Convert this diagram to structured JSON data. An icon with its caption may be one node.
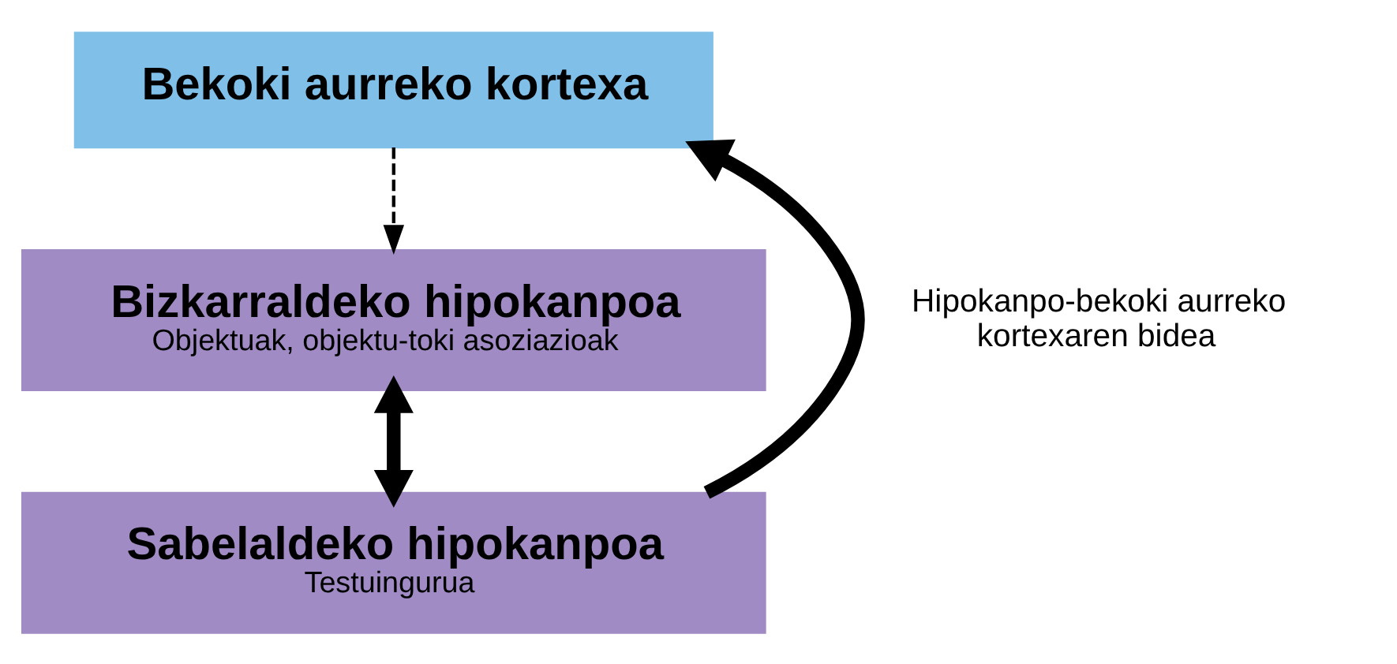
{
  "diagram": {
    "nodes": [
      {
        "text": [
          "Bekoki aurreko kortexa"
        ]
      },
      {
        "text": [
          "Bizkarraldeko hipokanpoa",
          "Objektuak, objektu-toki asoziazioak"
        ]
      },
      {
        "text": [
          "Sabelaldeko hipokanpoa",
          "Testuingurua"
        ]
      }
    ],
    "edges": [
      {
        "from": 0,
        "to": 1,
        "arrow": "to",
        "style": "dashed"
      },
      {
        "from": 1,
        "to": 2,
        "arrow": "both"
      },
      {
        "from": 2,
        "to": 0,
        "arrow": "to",
        "label": "Hipokanpo-bekoki aurreko kortexaren bidea"
      }
    ]
  }
}
